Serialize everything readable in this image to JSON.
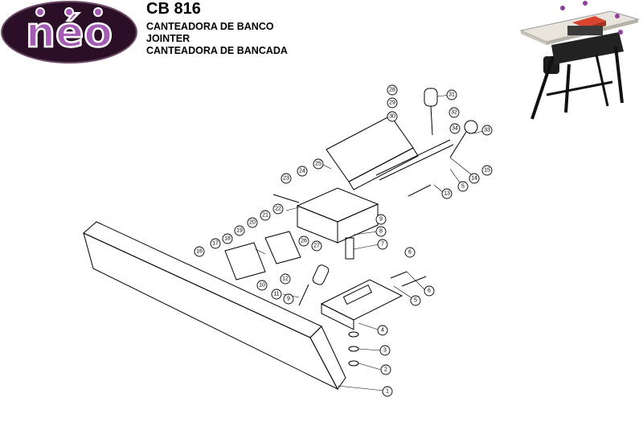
{
  "brand": {
    "logo_text": "néo",
    "colors": {
      "logo_bg": "#2b0f27",
      "logo_letters": "#a35bb3",
      "logo_ring": "#ffffff"
    }
  },
  "header": {
    "model": "CB 816",
    "lines": [
      "CANTEADORA DE BANCO",
      "JOINTER",
      "CANTEADORA DE BANCADA"
    ]
  },
  "diagram": {
    "callout_numbers": [
      "1",
      "2",
      "3",
      "4",
      "5",
      "6",
      "5",
      "6",
      "7",
      "8",
      "9",
      "9",
      "10",
      "11",
      "12",
      "13",
      "14",
      "15",
      "16",
      "17",
      "18",
      "19",
      "20",
      "21",
      "22",
      "23",
      "24",
      "25",
      "26",
      "27",
      "28",
      "29",
      "30",
      "31",
      "32",
      "33",
      "34"
    ]
  }
}
